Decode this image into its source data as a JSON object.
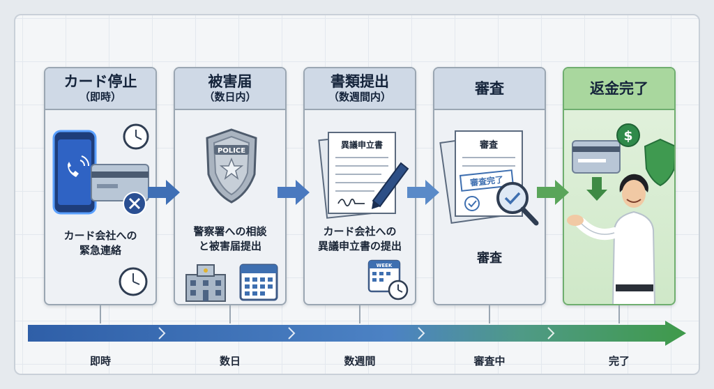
{
  "steps": [
    {
      "title": "カード停止",
      "sub": "（即時）",
      "desc": [
        "カード会社への",
        "緊急連絡"
      ]
    },
    {
      "title": "被害届",
      "sub": "（数日内）",
      "desc": [
        "警察署への相談",
        "と被害届提出"
      ],
      "badge": "POLICE"
    },
    {
      "title": "書類提出",
      "sub": "（数週間内）",
      "desc": [
        "カード会社への",
        "異議申立書の提出"
      ],
      "doc_title": "異議申立書",
      "calendar": "WEEK"
    },
    {
      "title": "審査",
      "sub": "",
      "desc": [
        "審査"
      ],
      "doc_title": "審査",
      "stamp": "審査完了"
    },
    {
      "title": "返金完了",
      "sub": "",
      "desc": [],
      "coin": "$"
    }
  ],
  "timeline": [
    "即時",
    "数日",
    "数週間",
    "審査中",
    "完了"
  ],
  "colors": {
    "accent_blue": "#3f6fb5",
    "accent_green": "#5aa55a",
    "frame": "#c9d0d8"
  }
}
